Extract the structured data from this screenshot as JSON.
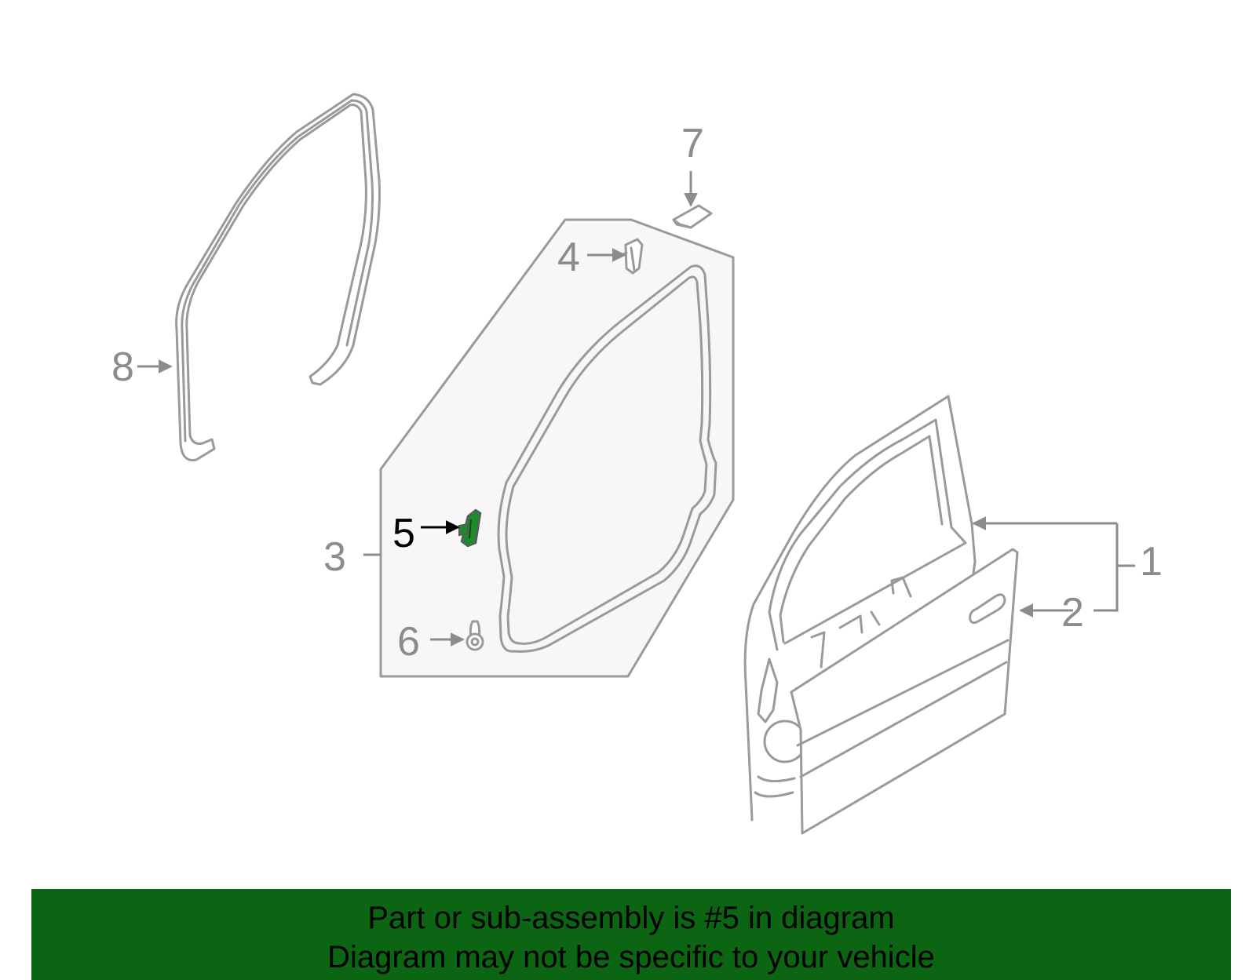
{
  "diagram": {
    "callouts": [
      "1",
      "2",
      "3",
      "4",
      "5",
      "6",
      "7",
      "8"
    ],
    "highlighted_callout": "5",
    "colors": {
      "line": "#9a9a9a",
      "label": "#8c8c8c",
      "highlight_part": "#1f8a2b",
      "panel_background": "#f7f7f7"
    }
  },
  "banner": {
    "line1": "Part or sub-assembly is #5 in diagram",
    "line2": "Diagram may not be specific to your vehicle",
    "background": "#0b6512"
  }
}
